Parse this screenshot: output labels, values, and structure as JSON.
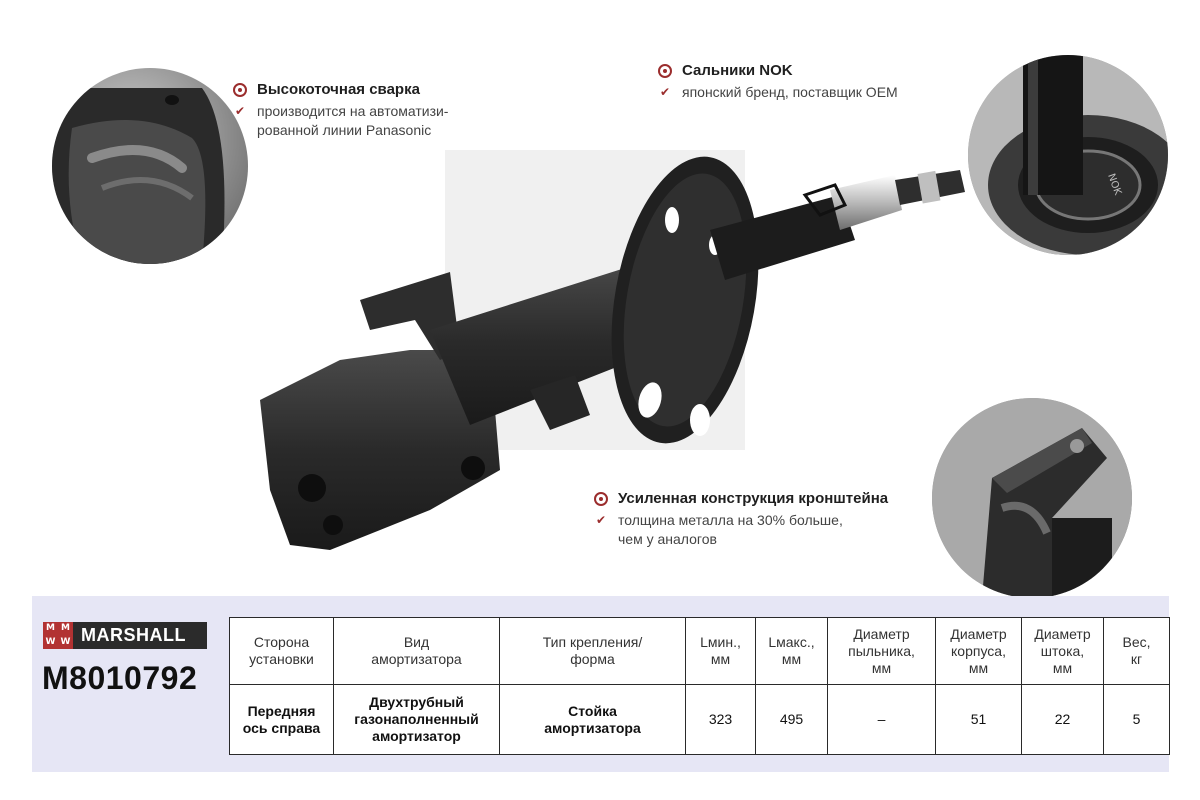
{
  "features": [
    {
      "title": "Высокоточная сварка",
      "description": "производится на автоматизи-\nрованной линии Panasonic"
    },
    {
      "title": "Сальники NOK",
      "description": "японский бренд, поставщик OEM"
    },
    {
      "title": "Усиленная конструкция кронштейна",
      "description": "толщина металла на 30% больше,\nчем у аналогов"
    }
  ],
  "seal_marking": "NOK",
  "brand": {
    "logo_mark": [
      "M",
      "M",
      "W",
      "W"
    ],
    "name": "MARSHALL",
    "part_number": "M8010792"
  },
  "spec_table": {
    "headers": [
      "Сторона\nустановки",
      "Вид\nамортизатора",
      "Тип крепления/\nформа",
      "Lмин.,\nмм",
      "Lмакс.,\nмм",
      "Диаметр\nпыльника,\nмм",
      "Диаметр\nкорпуса,\nмм",
      "Диаметр\nштока,\nмм",
      "Вес,\nкг"
    ],
    "values": [
      "Передняя\nось справа",
      "Двухтрубный\nгазонаполненный\nамортизатор",
      "Стойка\nамортизатора",
      "323",
      "495",
      "–",
      "51",
      "22",
      "5"
    ]
  },
  "colors": {
    "accent": "#9b2d2d",
    "panel_background": "#e6e6f5",
    "logo_red": "#b23232",
    "logo_dark": "#2b2b2b"
  }
}
